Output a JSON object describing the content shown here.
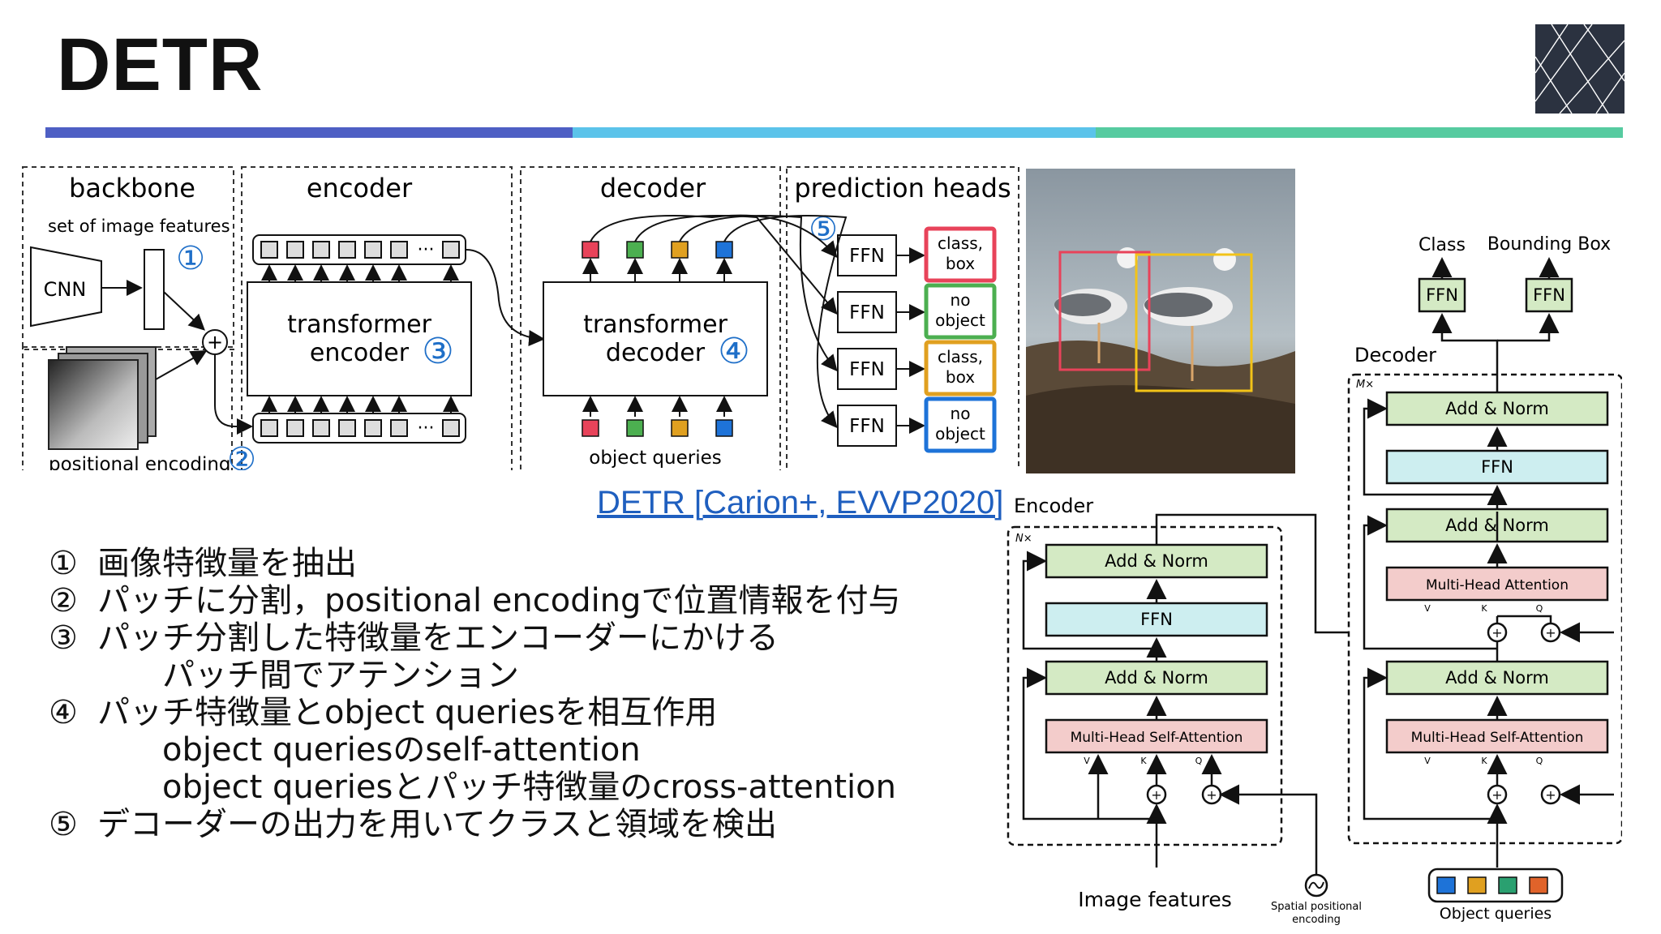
{
  "title": "DETR",
  "accent_colors": {
    "bar1": "#4e5fc4",
    "bar2": "#5bc3ea",
    "bar3": "#56cba0"
  },
  "diagram_left": {
    "sections": {
      "backbone": "backbone",
      "encoder": "encoder",
      "decoder": "decoder",
      "heads": "prediction heads"
    },
    "set_of_image_features": "set of image features",
    "cnn": "CNN",
    "positional_encoding": "positional encoding",
    "transformer_encoder_line1": "transformer",
    "transformer_encoder_line2": "encoder",
    "transformer_decoder_line1": "transformer",
    "transformer_decoder_line2": "decoder",
    "object_queries": "object queries",
    "ffn": "FFN",
    "heads_out": [
      {
        "line1": "class,",
        "line2": "box",
        "color": "#e8435a"
      },
      {
        "line1": "no",
        "line2": "object",
        "color": "#4caf50"
      },
      {
        "line1": "class,",
        "line2": "box",
        "color": "#e0a020"
      },
      {
        "line1": "no",
        "line2": "object",
        "color": "#1e73d8"
      }
    ],
    "ellipsis": "···",
    "circled": [
      "①",
      "②",
      "③",
      "④",
      "⑤"
    ]
  },
  "citation": "DETR [Carion+, EVVP2020]",
  "steps": [
    {
      "num": "①",
      "text": "画像特徴量を抽出"
    },
    {
      "num": "②",
      "text": "パッチに分割，positional encodingで位置情報を付与"
    },
    {
      "num": "③",
      "text": "パッチ分割した特徴量をエンコーダーにかける"
    },
    {
      "num": "",
      "text": "パッチ間でアテンション"
    },
    {
      "num": "④",
      "text": "パッチ特徴量とobject queriesを相互作用"
    },
    {
      "num": "",
      "text": "object queriesのself-attention"
    },
    {
      "num": "",
      "text": "object queriesとパッチ特徴量のcross-attention"
    },
    {
      "num": "⑤",
      "text": "デコーダーの出力を用いてクラスと領域を検出"
    }
  ],
  "diagram_right": {
    "encoder_label": "Encoder",
    "decoder_label": "Decoder",
    "nx": "N×",
    "mx": "M×",
    "add_norm": "Add & Norm",
    "ffn": "FFN",
    "mh_self": "Multi-Head Self-Attention",
    "mh_attn": "Multi-Head Attention",
    "v": "V",
    "k": "K",
    "q": "Q",
    "class": "Class",
    "bbox": "Bounding Box",
    "image_features": "Image features",
    "spatial_line1": "Spatial positional",
    "spatial_line2": "encoding",
    "object_queries": "Object queries",
    "query_colors": [
      "#1e73d8",
      "#e0a020",
      "#2aa070",
      "#e0632a"
    ]
  }
}
